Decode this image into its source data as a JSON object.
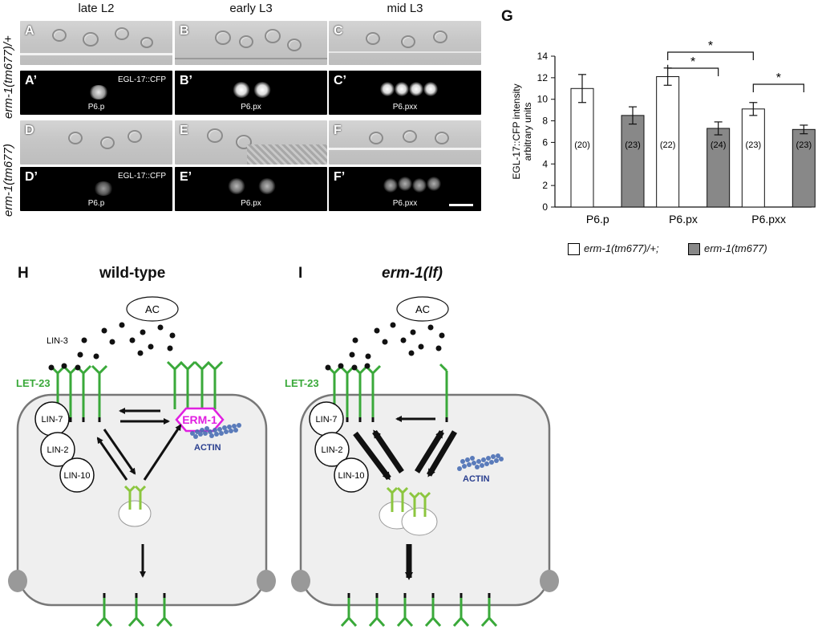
{
  "micro": {
    "columns": [
      "late L2",
      "early L3",
      "mid L3"
    ],
    "rows": [
      "erm-1(tm677)/+",
      "erm-1(tm677)"
    ],
    "tiles": [
      {
        "label": "A",
        "kind": "dic"
      },
      {
        "label": "B",
        "kind": "dic"
      },
      {
        "label": "C",
        "kind": "dic"
      },
      {
        "label": "A’",
        "kind": "fl",
        "marker": "EGL-17::CFP",
        "cell": "P6.p"
      },
      {
        "label": "B’",
        "kind": "fl",
        "cell": "P6.px"
      },
      {
        "label": "C’",
        "kind": "fl",
        "cell": "P6.pxx"
      },
      {
        "label": "D",
        "kind": "dic"
      },
      {
        "label": "E",
        "kind": "dic"
      },
      {
        "label": "F",
        "kind": "dic"
      },
      {
        "label": "D’",
        "kind": "fl",
        "marker": "EGL-17::CFP",
        "cell": "P6.p"
      },
      {
        "label": "E’",
        "kind": "fl",
        "cell": "P6.px"
      },
      {
        "label": "F’",
        "kind": "fl",
        "cell": "P6.pxx"
      }
    ]
  },
  "panel_g": {
    "label": "G",
    "legend": [
      "erm-1(tm677)/+;",
      "erm-1(tm677)"
    ],
    "significance_mark": "*"
  },
  "chart_data": {
    "type": "bar",
    "categories": [
      "P6.p",
      "P6.px",
      "P6.pxx"
    ],
    "ylabel": "EGL-17::CFP intensity arbitrary units",
    "ylim": [
      0,
      14
    ],
    "yticks": [
      0,
      2,
      4,
      6,
      8,
      10,
      12,
      14
    ],
    "grid": false,
    "legend_position": "bottom",
    "series": [
      {
        "name": "erm-1(tm677)/+;",
        "color": "#ffffff",
        "values": [
          11.0,
          12.1,
          9.1
        ],
        "errors": [
          1.3,
          0.8,
          0.6
        ],
        "n": [
          "(20)",
          "(22)",
          "(23)"
        ]
      },
      {
        "name": "erm-1(tm677)",
        "color": "#888888",
        "values": [
          8.5,
          7.3,
          7.2
        ],
        "errors": [
          0.8,
          0.6,
          0.4
        ],
        "n": [
          "(23)",
          "(24)",
          "(23)"
        ]
      }
    ],
    "significance": [
      {
        "from": [
          1,
          0
        ],
        "to": [
          1,
          1
        ],
        "mark": "*"
      },
      {
        "from": [
          1,
          0
        ],
        "to": [
          2,
          0
        ],
        "mark": "*"
      },
      {
        "from": [
          2,
          0
        ],
        "to": [
          2,
          1
        ],
        "mark": "*"
      }
    ]
  },
  "panel_h": {
    "label": "H",
    "title": "wild-type",
    "ac": "AC",
    "lin3": "LIN-3",
    "let23": "LET-23",
    "erm1": "ERM-1",
    "actin": "ACTIN",
    "complex": [
      "LIN-7",
      "LIN-2",
      "LIN-10"
    ]
  },
  "panel_i": {
    "label": "I",
    "title": "erm-1(lf)",
    "ac": "AC",
    "let23": "LET-23",
    "actin": "ACTIN",
    "complex": [
      "LIN-7",
      "LIN-2",
      "LIN-10"
    ]
  },
  "colors": {
    "receptor": "#3aa93a",
    "receptor_light": "#8cc63f",
    "erm1": "#e020e0",
    "actin": "#4a6fb5",
    "cell_fill": "#efefef"
  }
}
